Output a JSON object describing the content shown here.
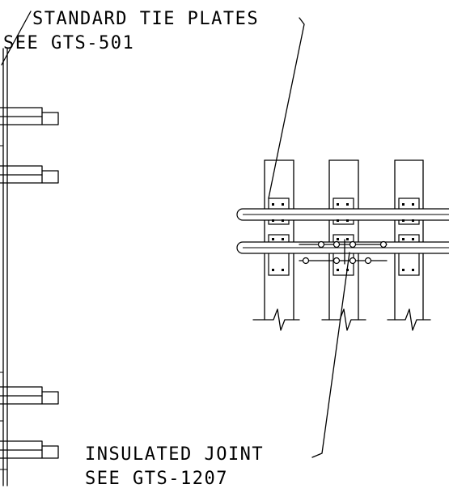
{
  "labels": {
    "tie_plates_line1": "STANDARD TIE PLATES",
    "tie_plates_line2": "SEE GTS-501",
    "joint_line1": "INSULATED JOINT",
    "joint_line2": "SEE GTS-1207"
  }
}
